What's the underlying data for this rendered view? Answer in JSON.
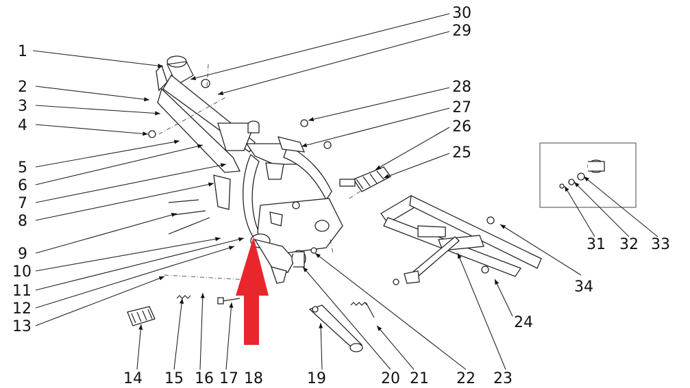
{
  "callouts": [
    "1",
    "2",
    "3",
    "4",
    "5",
    "6",
    "7",
    "8",
    "9",
    "10",
    "11",
    "12",
    "13",
    "14",
    "15",
    "16",
    "17",
    "18",
    "19",
    "20",
    "21",
    "22",
    "23",
    "24",
    "25",
    "26",
    "27",
    "28",
    "29",
    "30",
    "31",
    "32",
    "33",
    "34"
  ],
  "highlight": {
    "color": "#e8262b",
    "icon": "red-arrow-up-icon"
  }
}
